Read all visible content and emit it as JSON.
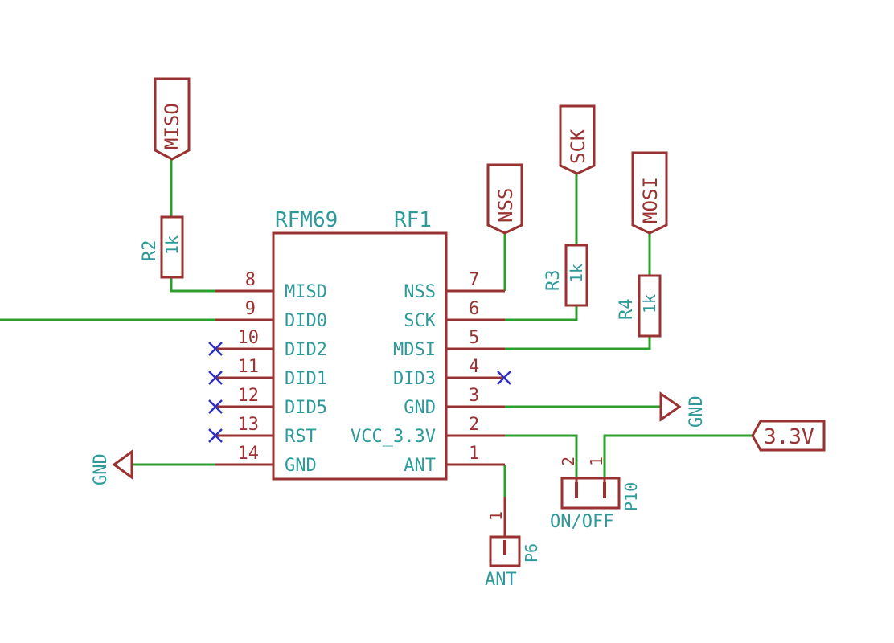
{
  "colors": {
    "body": "#9b3232",
    "wire": "#2e9e2e",
    "text": "#2f9a9a",
    "noconnect": "#3030c0"
  },
  "chip": {
    "value": "RFM69",
    "reference": "RF1",
    "pins_left": [
      {
        "number": "8",
        "name": "MISD"
      },
      {
        "number": "9",
        "name": "DID0"
      },
      {
        "number": "10",
        "name": "DID2"
      },
      {
        "number": "11",
        "name": "DID1"
      },
      {
        "number": "12",
        "name": "DID5"
      },
      {
        "number": "13",
        "name": "RST"
      },
      {
        "number": "14",
        "name": "GND"
      }
    ],
    "pins_right": [
      {
        "number": "7",
        "name": "NSS"
      },
      {
        "number": "6",
        "name": "SCK"
      },
      {
        "number": "5",
        "name": "MDSI"
      },
      {
        "number": "4",
        "name": "DID3"
      },
      {
        "number": "3",
        "name": "GND"
      },
      {
        "number": "2",
        "name": "VCC_3.3V"
      },
      {
        "number": "1",
        "name": "ANT"
      }
    ]
  },
  "labels": {
    "miso": "MISO",
    "nss": "NSS",
    "sck": "SCK",
    "mosi": "MOSI",
    "v33": "3.3V"
  },
  "resistors": {
    "r2": {
      "ref": "R2",
      "value": "1k"
    },
    "r3": {
      "ref": "R3",
      "value": "1k"
    },
    "r4": {
      "ref": "R4",
      "value": "1k"
    }
  },
  "power": {
    "gnd_left": "GND",
    "gnd_right": "GND"
  },
  "connectors": {
    "p10": {
      "ref": "P10",
      "value": "ON/OFF",
      "pin2": "2",
      "pin1": "1"
    },
    "p6": {
      "ref": "P6",
      "value": "ANT",
      "pin1": "1"
    }
  }
}
